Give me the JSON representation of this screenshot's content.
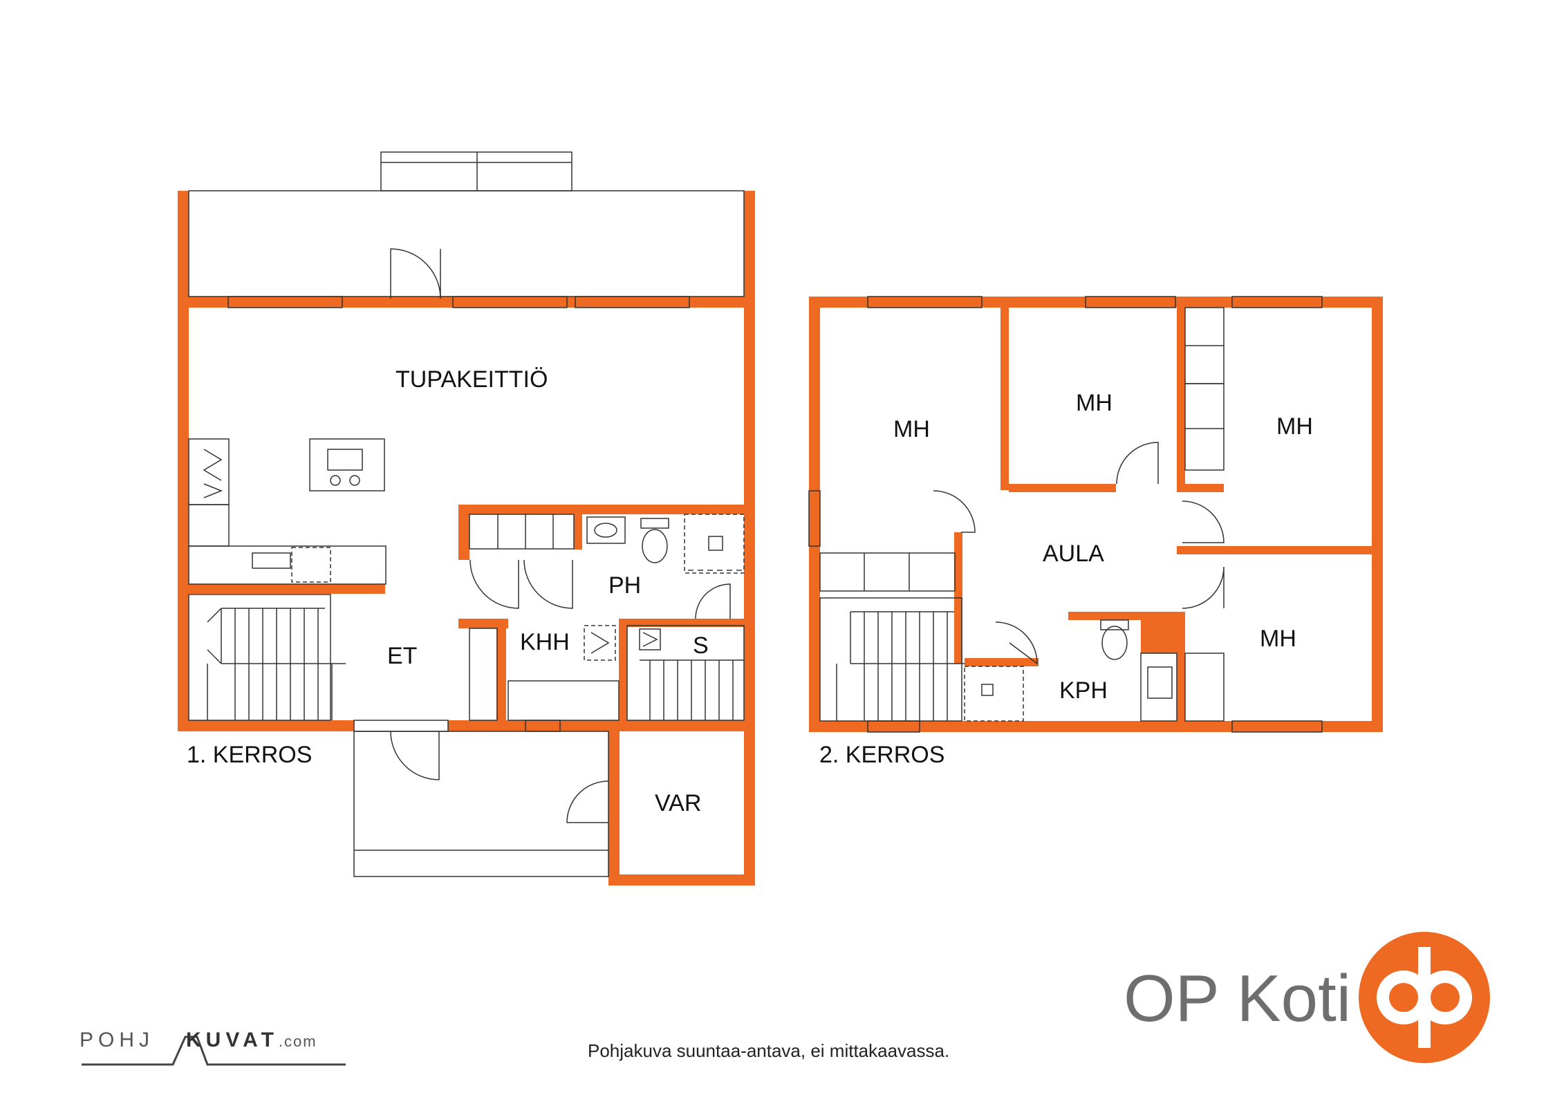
{
  "floor1": {
    "title": "1. KERROS",
    "rooms": {
      "tupakeittio": "TUPAKEITTIÖ",
      "et": "ET",
      "khh": "KHH",
      "ph": "PH",
      "s": "S",
      "var": "VAR"
    }
  },
  "floor2": {
    "title": "2. KERROS",
    "rooms": {
      "mh1": "MH",
      "mh2": "MH",
      "mh3": "MH",
      "mh4": "MH",
      "aula": "AULA",
      "kph": "KPH"
    }
  },
  "footer": {
    "disclaimer": "Pohjakuva suuntaa-antava, ei mittakaavassa.",
    "brand": "OP Koti",
    "site_logo_left": "POHJ",
    "site_logo_right": "KUVAT",
    "site_logo_domain": ".com"
  },
  "colors": {
    "wall": "#EE6A22",
    "line": "#333333",
    "text": "#111111",
    "brand_gray": "#6E6E6E"
  }
}
